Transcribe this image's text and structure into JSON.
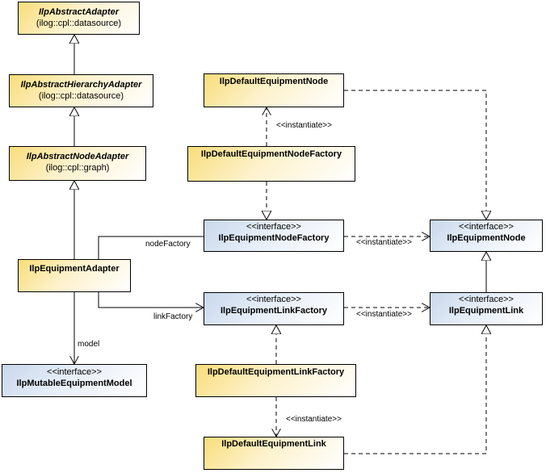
{
  "classes": {
    "abstract_adapter": {
      "name": "IlpAbstractAdapter",
      "package": "(ilog::cpl::datasource)"
    },
    "abstract_hierarchy_adapter": {
      "name": "IlpAbstractHierarchyAdapter",
      "package": "(ilog::cpl::datasource)"
    },
    "abstract_node_adapter": {
      "name": "IlpAbstractNodeAdapter",
      "package": "(ilog::cpl::graph)"
    },
    "equipment_adapter": {
      "name": "IlpEquipmentAdapter"
    },
    "mutable_equipment_model": {
      "stereotype": "<<interface>>",
      "name": "IlpMutableEquipmentModel"
    },
    "default_equipment_node": {
      "name": "IlpDefaultEquipmentNode"
    },
    "default_equipment_node_factory": {
      "name": "IlpDefaultEquipmentNodeFactory"
    },
    "equipment_node_factory": {
      "stereotype": "<<interface>>",
      "name": "IlpEquipmentNodeFactory"
    },
    "equipment_link_factory": {
      "stereotype": "<<interface>>",
      "name": "IlpEquipmentLinkFactory"
    },
    "default_equipment_link_factory": {
      "name": "IlpDefaultEquipmentLinkFactory"
    },
    "default_equipment_link": {
      "name": "IlpDefaultEquipmentLink"
    },
    "equipment_node": {
      "stereotype": "<<interface>>",
      "name": "IlpEquipmentNode"
    },
    "equipment_link": {
      "stereotype": "<<interface>>",
      "name": "IlpEquipmentLink"
    }
  },
  "labels": {
    "node_factory": "nodeFactory",
    "link_factory": "linkFactory",
    "model": "model",
    "instantiate_node_factory": "<<instantiate>>",
    "instantiate_node": "<<instantiate>>",
    "instantiate_link": "<<instantiate>>",
    "instantiate_link_factory": "<<instantiate>>"
  }
}
